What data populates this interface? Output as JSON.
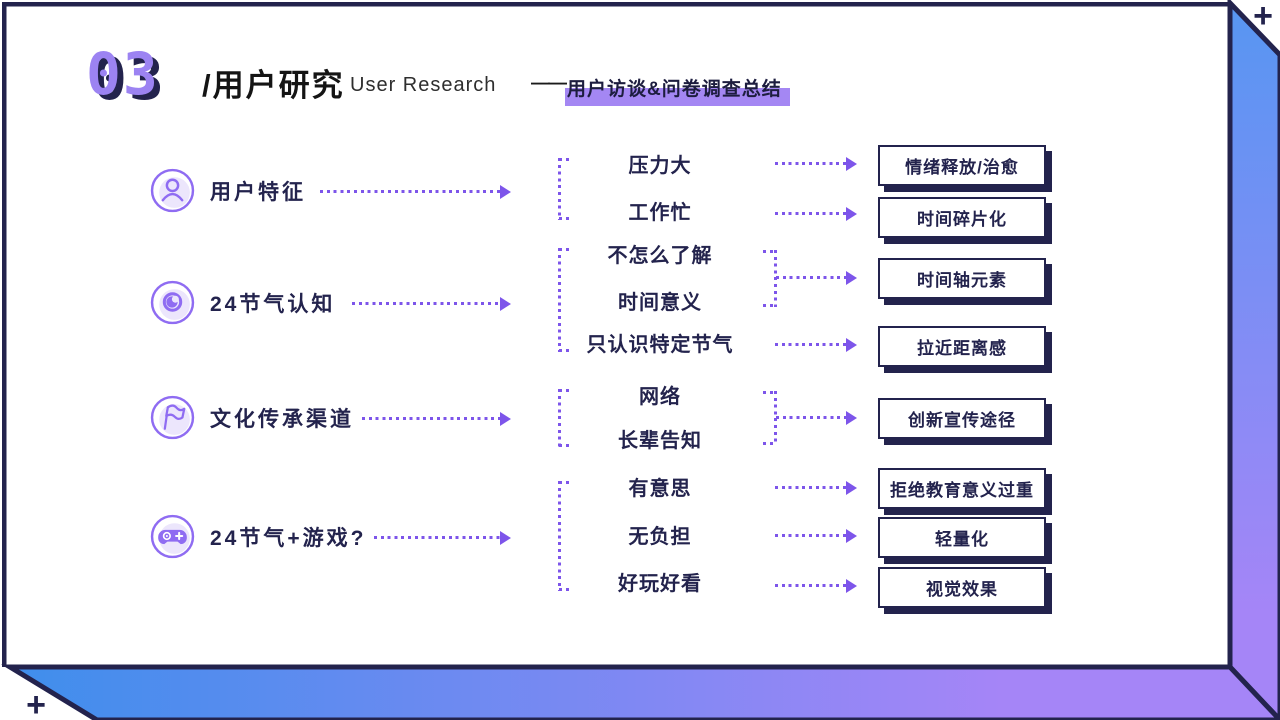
{
  "header": {
    "section_number": "03",
    "title": "/用户研究",
    "subtitle": "User Research",
    "note_dash": "——",
    "note": "用户访谈&问卷调查总结"
  },
  "groups": [
    {
      "category": "用户特征",
      "icon": "user-icon",
      "findings": [
        "压力大",
        "工作忙"
      ],
      "insights": [
        "情绪释放/治愈",
        "时间碎片化"
      ]
    },
    {
      "category": "24节气认知",
      "icon": "eye-icon",
      "findings": [
        "不怎么了解",
        "时间意义",
        "只认识特定节气"
      ],
      "insights": [
        "时间轴元素",
        "拉近距离感"
      ]
    },
    {
      "category": "文化传承渠道",
      "icon": "flag-icon",
      "findings": [
        "网络",
        "长辈告知"
      ],
      "insights": [
        "创新宣传途径"
      ]
    },
    {
      "category": "24节气+游戏?",
      "icon": "gamepad-icon",
      "findings": [
        "有意思",
        "无负担",
        "好玩好看"
      ],
      "insights": [
        "拒绝教育意义过重",
        "轻量化",
        "视觉效果"
      ]
    }
  ],
  "decorations": {
    "corner_mark": "+"
  },
  "colors": {
    "accent_purple": "#7d55ea",
    "icon_purple": "#8f6cf2",
    "icon_fill": "#ece6fc",
    "dark_navy": "#23234d",
    "highlight_purple": "#a487f3",
    "frame_blue": "#4a93ee",
    "frame_purple": "#a585f7"
  }
}
